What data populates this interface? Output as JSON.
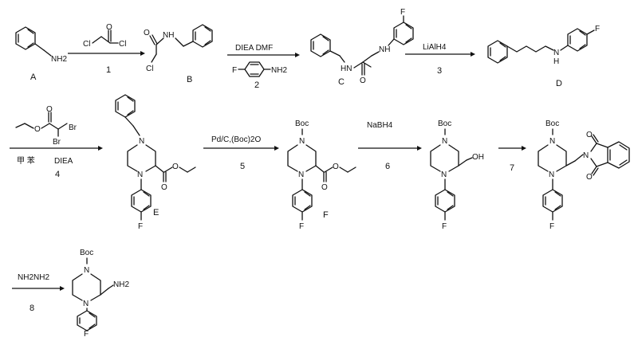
{
  "compounds": {
    "A": {
      "id": "A",
      "nh2": "NH2"
    },
    "B": {
      "id": "B",
      "nh": "NH",
      "o": "O",
      "cl": "Cl"
    },
    "C": {
      "id": "C",
      "hn": "HN",
      "nh": "NH",
      "o": "O",
      "f": "F"
    },
    "D": {
      "id": "D",
      "nh": "N",
      "h": "H",
      "f": "F"
    },
    "E": {
      "id": "E",
      "n1": "N",
      "n2": "N",
      "o1": "O",
      "o2": "O",
      "f": "F"
    },
    "F": {
      "id": "F",
      "boc": "Boc",
      "n1": "N",
      "n2": "N",
      "o1": "O",
      "o2": "O",
      "f": "F"
    },
    "G": {
      "boc": "Boc",
      "n1": "N",
      "n2": "N",
      "oh": "OH",
      "f": "F"
    },
    "H": {
      "boc": "Boc",
      "n1": "N",
      "n2": "N",
      "n3": "N",
      "o1": "O",
      "o2": "O",
      "f": "F"
    },
    "I": {
      "boc": "Boc",
      "n1": "N",
      "n2": "N",
      "nh2": "NH2",
      "f": "F"
    }
  },
  "reagents": {
    "r1": {
      "cl1": "Cl",
      "o": "O",
      "cl2": "Cl",
      "step": "1"
    },
    "r2": {
      "line1": "DIEA  DMF",
      "f": "F",
      "nh2": "NH2",
      "step": "2"
    },
    "r3": {
      "label": "LiAlH4",
      "step": "3"
    },
    "r4": {
      "o1": "O",
      "o2": "O",
      "br1": "Br",
      "br2": "Br",
      "solvent": "甲 苯",
      "base": "DIEA",
      "step": "4"
    },
    "r5": {
      "label": "Pd/C,(Boc)2O",
      "step": "5"
    },
    "r6": {
      "label": "NaBH4",
      "step": "6"
    },
    "r7": {
      "step": "7"
    },
    "r8": {
      "label": "NH2NH2",
      "step": "8"
    }
  }
}
